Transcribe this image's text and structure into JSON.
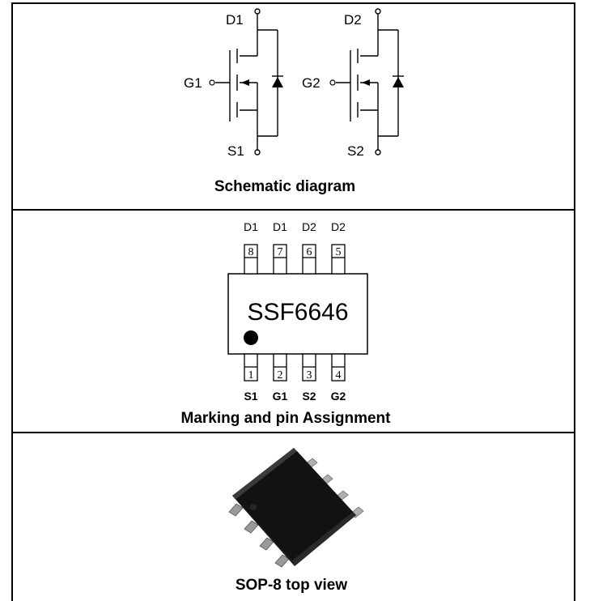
{
  "schematic": {
    "caption": "Schematic diagram",
    "fet1": {
      "drain": "D1",
      "gate": "G1",
      "source": "S1"
    },
    "fet2": {
      "drain": "D2",
      "gate": "G2",
      "source": "S2"
    }
  },
  "marking": {
    "caption": "Marking and pin Assignment",
    "part_number": "SSF6646",
    "top_pins": [
      {
        "number": "8",
        "label": "D1"
      },
      {
        "number": "7",
        "label": "D1"
      },
      {
        "number": "6",
        "label": "D2"
      },
      {
        "number": "5",
        "label": "D2"
      }
    ],
    "bottom_pins": [
      {
        "number": "1",
        "label": "S1"
      },
      {
        "number": "2",
        "label": "G1"
      },
      {
        "number": "3",
        "label": "S2"
      },
      {
        "number": "4",
        "label": "G2"
      }
    ]
  },
  "package": {
    "caption": "SOP-8 top view"
  }
}
